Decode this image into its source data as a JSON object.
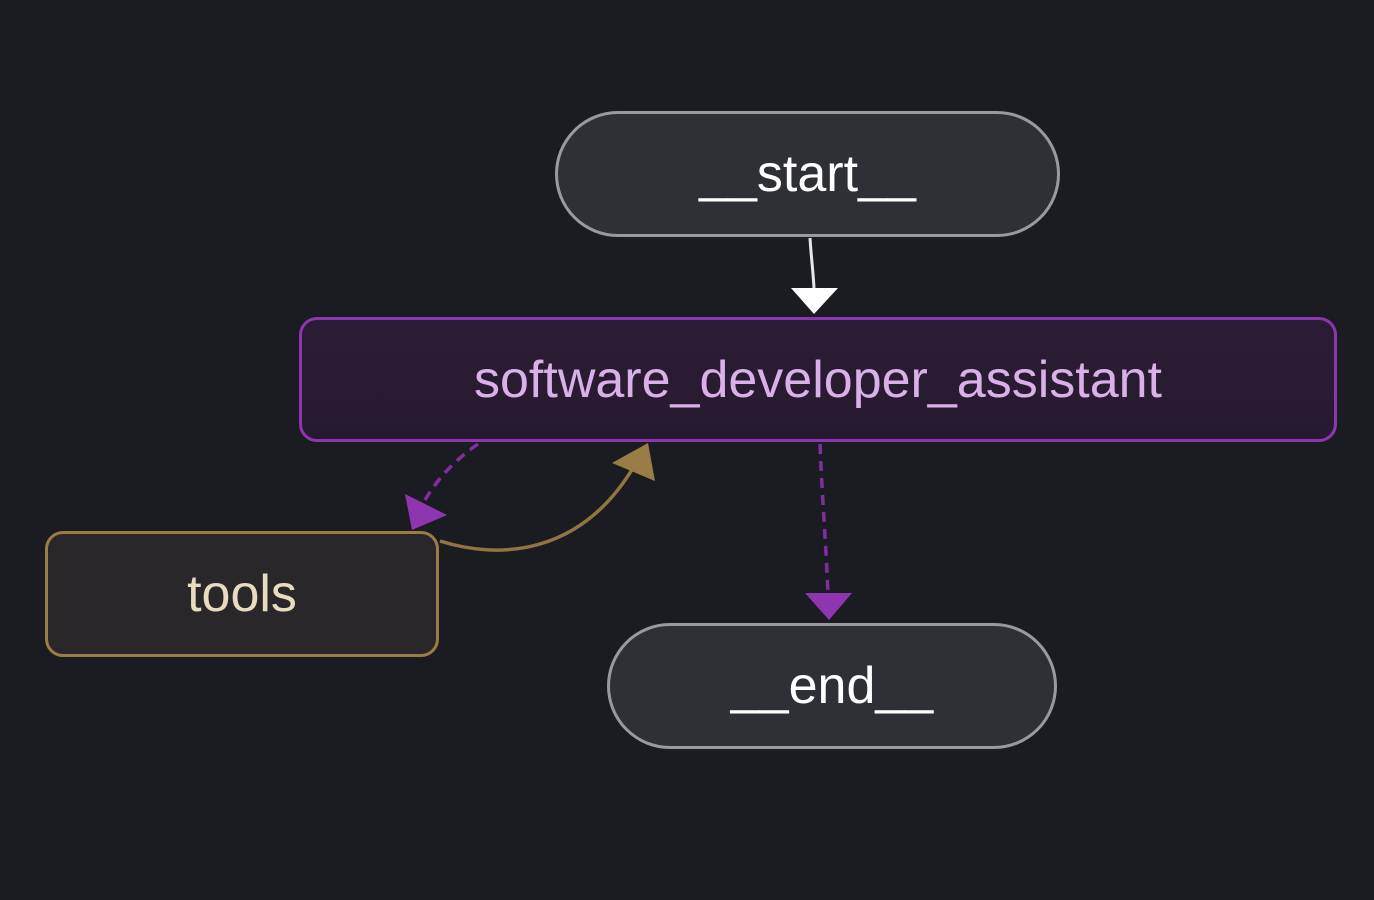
{
  "graph": {
    "nodes": {
      "start": {
        "label": "__start__"
      },
      "agent": {
        "label": "software_developer_assistant"
      },
      "tools": {
        "label": "tools"
      },
      "end": {
        "label": "__end__"
      }
    },
    "edges": [
      {
        "from": "__start__",
        "to": "software_developer_assistant",
        "style": "solid",
        "color": "#ffffff"
      },
      {
        "from": "software_developer_assistant",
        "to": "tools",
        "style": "dashed",
        "color": "#8e35b0"
      },
      {
        "from": "tools",
        "to": "software_developer_assistant",
        "style": "solid",
        "color": "#9a7d44"
      },
      {
        "from": "software_developer_assistant",
        "to": "__end__",
        "style": "dashed",
        "color": "#8e35b0"
      }
    ]
  },
  "colors": {
    "background": "#1b1c22",
    "terminal_border": "#9a9a9c",
    "agent_border": "#8e35b0",
    "agent_text": "#d9b0e8",
    "tools_border": "#9a7d44",
    "tools_text": "#e8dcc0"
  }
}
